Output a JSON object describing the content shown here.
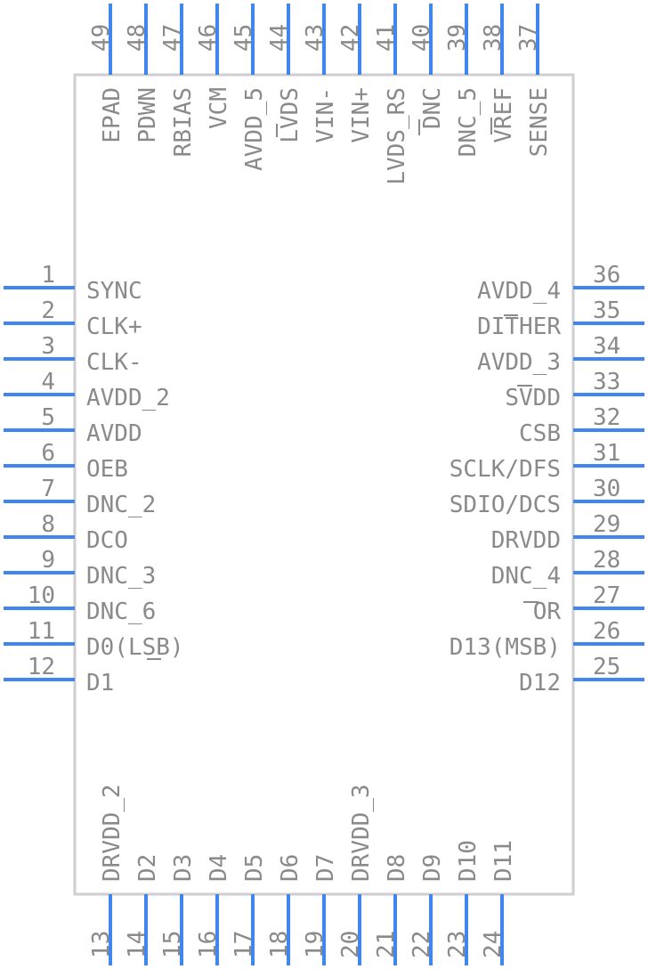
{
  "colors": {
    "pin": "#3f86ee",
    "text": "#8a8a8a",
    "outline": "#cfcfcf"
  },
  "left_pins": [
    {
      "num": "1",
      "name": "SYNC"
    },
    {
      "num": "2",
      "name": "CLK+"
    },
    {
      "num": "3",
      "name": "CLK-"
    },
    {
      "num": "4",
      "name": "AVDD_2"
    },
    {
      "num": "5",
      "name": "AVDD"
    },
    {
      "num": "6",
      "name": "OEB"
    },
    {
      "num": "7",
      "name": "DNC_2"
    },
    {
      "num": "8",
      "name": "DCO"
    },
    {
      "num": "9",
      "name": "DNC_3"
    },
    {
      "num": "10",
      "name": "DNC_6"
    },
    {
      "num": "11",
      "name": "D0(LSB)"
    },
    {
      "num": "12",
      "name": "D1"
    }
  ],
  "right_pins": [
    {
      "num": "36",
      "name": "AVDD_4"
    },
    {
      "num": "35",
      "name": "DITHER"
    },
    {
      "num": "34",
      "name": "AVDD_3"
    },
    {
      "num": "33",
      "name": "SVDD"
    },
    {
      "num": "32",
      "name": "CSB"
    },
    {
      "num": "31",
      "name": "SCLK/DFS"
    },
    {
      "num": "30",
      "name": "SDIO/DCS"
    },
    {
      "num": "29",
      "name": "DRVDD"
    },
    {
      "num": "28",
      "name": "DNC_4"
    },
    {
      "num": "27",
      "name": "OR"
    },
    {
      "num": "26",
      "name": "D13(MSB)"
    },
    {
      "num": "25",
      "name": "D12"
    }
  ],
  "bottom_pins": [
    {
      "num": "13",
      "name": "DRVDD_2"
    },
    {
      "num": "14",
      "name": "D2"
    },
    {
      "num": "15",
      "name": "D3"
    },
    {
      "num": "16",
      "name": "D4"
    },
    {
      "num": "17",
      "name": "D5"
    },
    {
      "num": "18",
      "name": "D6"
    },
    {
      "num": "19",
      "name": "D7"
    },
    {
      "num": "20",
      "name": "DRVDD_3"
    },
    {
      "num": "21",
      "name": "D8"
    },
    {
      "num": "22",
      "name": "D9"
    },
    {
      "num": "23",
      "name": "D10"
    },
    {
      "num": "24",
      "name": "D11"
    }
  ],
  "top_pins": [
    {
      "num": "49",
      "name": "EPAD"
    },
    {
      "num": "48",
      "name": "PDWN"
    },
    {
      "num": "47",
      "name": "RBIAS"
    },
    {
      "num": "46",
      "name": "VCM"
    },
    {
      "num": "45",
      "name": "AVDD_5"
    },
    {
      "num": "44",
      "name": "LVDS"
    },
    {
      "num": "43",
      "name": "VIN-"
    },
    {
      "num": "42",
      "name": "VIN+"
    },
    {
      "num": "41",
      "name": "LVDS_RS"
    },
    {
      "num": "40",
      "name": "DNC"
    },
    {
      "num": "39",
      "name": "DNC_5"
    },
    {
      "num": "38",
      "name": "VREF"
    },
    {
      "num": "37",
      "name": "SENSE"
    }
  ]
}
